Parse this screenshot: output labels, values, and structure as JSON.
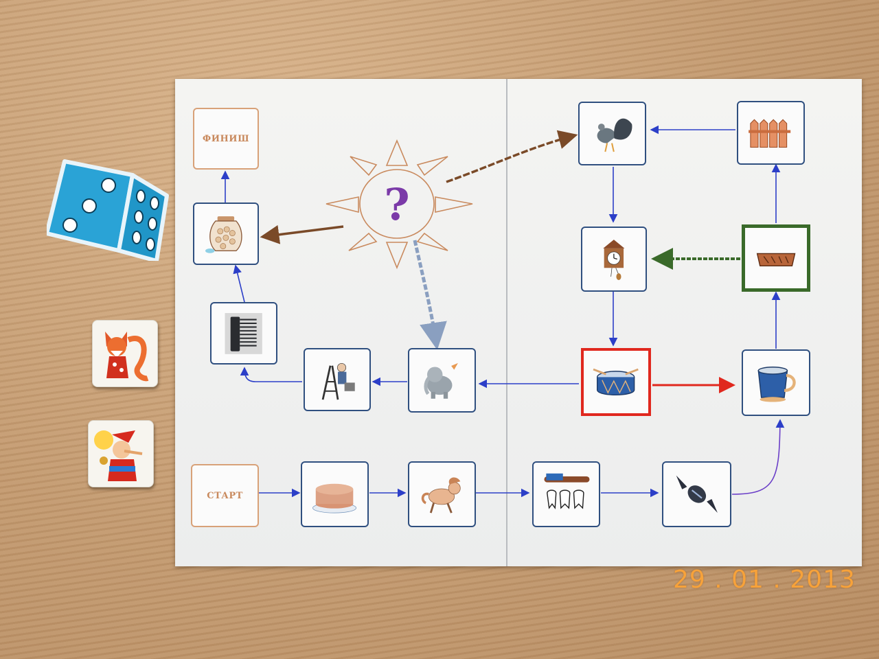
{
  "board": {
    "start_label": "СТАРТ",
    "finish_label": "ФИНИШ",
    "question_mark": "?"
  },
  "cells": [
    {
      "name": "cell-start",
      "kind": "start"
    },
    {
      "name": "cell-pancakes",
      "icon": "pancake-stack-icon"
    },
    {
      "name": "cell-pony",
      "icon": "pony-icon"
    },
    {
      "name": "cell-toothbrush",
      "icon": "toothbrush-teeth-icon"
    },
    {
      "name": "cell-candy",
      "icon": "candy-icon"
    },
    {
      "name": "cell-cup",
      "icon": "cup-icon"
    },
    {
      "name": "cell-harmonica",
      "icon": "harmonica-icon",
      "frame": "green"
    },
    {
      "name": "cell-fence",
      "icon": "fence-icon"
    },
    {
      "name": "cell-turkey",
      "icon": "turkey-icon"
    },
    {
      "name": "cell-clock",
      "icon": "cuckoo-clock-icon"
    },
    {
      "name": "cell-drum",
      "icon": "drum-icon",
      "frame": "red"
    },
    {
      "name": "cell-elephant",
      "icon": "elephant-toy-icon"
    },
    {
      "name": "cell-painter",
      "icon": "painter-ladder-icon"
    },
    {
      "name": "cell-comb",
      "icon": "comb-icon"
    },
    {
      "name": "cell-jar",
      "icon": "jar-icon"
    },
    {
      "name": "cell-finish",
      "kind": "finish"
    }
  ],
  "die": {
    "top_face_pips": 3,
    "side_face_pips": 6,
    "color": "#2aa3d6"
  },
  "tokens": [
    {
      "name": "fox-token",
      "icon": "fox-icon"
    },
    {
      "name": "pinocchio-token",
      "icon": "pinocchio-icon"
    }
  ],
  "colors": {
    "path": "#2c3fc8",
    "shortcut_brown": "#7a4a28",
    "shortcut_red": "#e0281e",
    "shortcut_green": "#3a6a2a",
    "sun": "#c98a5e"
  },
  "date_stamp": "29 . 01 . 2013"
}
